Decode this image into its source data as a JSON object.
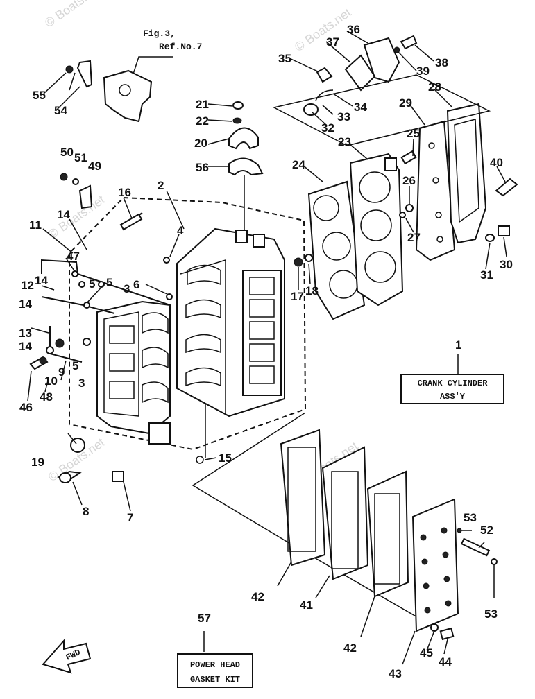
{
  "figure_ref": {
    "line1": "Fig.3,",
    "line2": "Ref.No.7"
  },
  "watermark": {
    "text": "© Boats.net"
  },
  "boxes": {
    "crank_cylinder": {
      "line1": "CRANK CYLINDER",
      "line2": "ASS'Y"
    },
    "gasket_kit": {
      "line1": "POWER HEAD",
      "line2": "GASKET KIT"
    }
  },
  "fwd_arrow": {
    "text": "FWD"
  },
  "callouts": [
    "1",
    "2",
    "3",
    "3",
    "4",
    "5",
    "5",
    "5",
    "6",
    "7",
    "8",
    "9",
    "10",
    "11",
    "12",
    "13",
    "14",
    "14",
    "14",
    "14",
    "15",
    "16",
    "17",
    "18",
    "19",
    "20",
    "21",
    "22",
    "23",
    "24",
    "25",
    "26",
    "27",
    "28",
    "29",
    "30",
    "31",
    "32",
    "33",
    "34",
    "35",
    "36",
    "37",
    "38",
    "39",
    "40",
    "41",
    "42",
    "42",
    "43",
    "44",
    "45",
    "46",
    "47",
    "48",
    "49",
    "50",
    "51",
    "52",
    "53",
    "53",
    "54",
    "55",
    "56",
    "57"
  ]
}
